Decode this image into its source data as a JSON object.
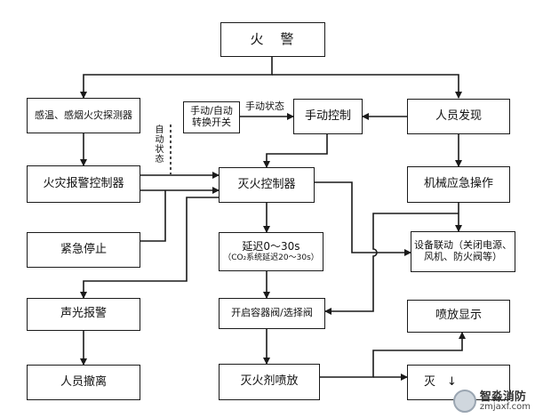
{
  "nodes": {
    "fire_alarm": "火　警",
    "detector": "感温、感烟火灾探测器",
    "manual_auto_switch": "手动/自动\n转换开关",
    "manual_control": "手动控制",
    "person_found": "人员发现",
    "alarm_controller": "火灾报警控制器",
    "extinguish_controller": "灭火控制器",
    "mechanical_op": "机械应急操作",
    "emergency_stop": "紧急停止",
    "delay": "延迟0～30s",
    "delay_note": "（CO₂系统延迟20～30s）",
    "linkage": "设备联动（关闭电源、\n风机、防火阀等）",
    "sound_light": "声光报警",
    "open_valve": "开启容器阀/选择阀",
    "spray_display": "喷放显示",
    "evacuate": "人员撤离",
    "agent_spray": "灭火剂喷放",
    "extinguished": "灭　↓"
  },
  "edge_labels": {
    "manual_state": "手动状态",
    "auto_state": "自动状态"
  },
  "watermark": {
    "name": "智淼消防",
    "url": "zmjaxf.com"
  }
}
